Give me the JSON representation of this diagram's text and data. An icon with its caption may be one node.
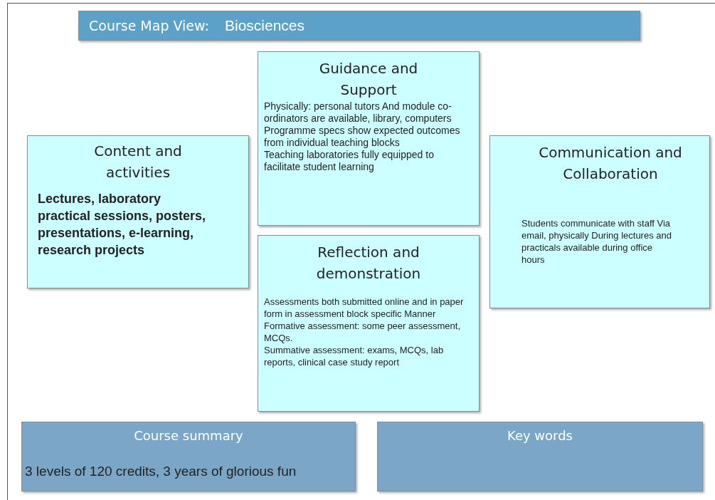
{
  "diagram": {
    "nodes": [
      {
        "text": [
          "Course Map View:",
          "Biosciences"
        ]
      },
      {
        "text": [
          "Guidance and Support",
          "Physically: personal tutors And module co-ordinators are available, library, computers",
          "Programme specs show expected outcomes from individual teaching blocks",
          "Teaching laboratories fully equipped to facilitate student learning"
        ]
      },
      {
        "text": [
          "Content and activities",
          "Lectures, laboratory practical sessions, posters, presentations, e-learning, research projects"
        ]
      },
      {
        "text": [
          "Communication and Collaboration",
          "Students communicate with staff Via email, physically During lectures and practicals available during office hours"
        ]
      },
      {
        "text": [
          "Reflection and demonstration",
          "Assessments both submitted online and in paper form in assessment block specific Manner",
          "Formative assessment: some peer assessment, MCQs.",
          "Summative assessment: exams, MCQs, lab reports, clinical case study report"
        ]
      },
      {
        "text": [
          "Course summary",
          "3 levels of 120 credits, 3 years of glorious fun"
        ]
      },
      {
        "text": [
          "Key words"
        ]
      }
    ]
  }
}
